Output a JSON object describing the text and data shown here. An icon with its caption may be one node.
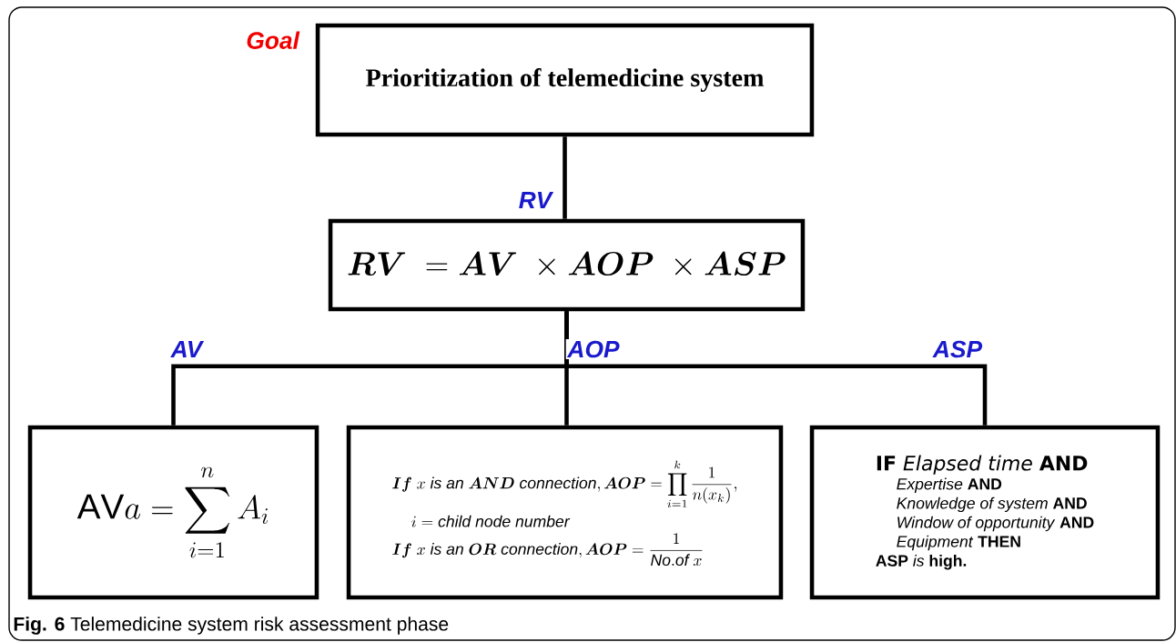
{
  "diagram": {
    "caption": "**Fig. 6** Telemedicine system risk assessment phase",
    "nodes": [
      {
        "text": [
          "Prioritization of telemedicine system"
        ],
        "beside": [
          "Goal"
        ]
      },
      {
        "text": [
          "\\boldsymbol{RV}\\ = \\boldsymbol{AV}\\ \\times \\boldsymbol{AOP}\\ \\times \\boldsymbol{ASP}"
        ]
      },
      {
        "text": [
          "\\mathrm{AV}a = \\sum_{i=1}^{n} A_i"
        ]
      },
      {
        "text": [
          "\\boldsymbol{If}\\ x\\ \\mathit{is\\ an}\\ \\boldsymbol{AND}\\ \\mathit{connection}, \\boldsymbol{AOP} = \\prod_{i=1}^{k}\\frac{1}{n(x_k)},",
          "i = \\mathit{child\\ node\\ number}",
          "\\boldsymbol{If}\\ x\\ \\mathit{is\\ an}\\ \\boldsymbol{OR}\\ \\mathit{connection}, \\boldsymbol{AOP} = \\frac{1}{\\mathit{No.of}\\ x}"
        ]
      },
      {
        "text": [
          "**IF** *Elapsed time* **AND**",
          "*Expertise* **AND**",
          "*Knowledge of system* **AND**",
          "*Window of opportunity* **AND**",
          "*Equipment* **THEN**",
          "**ASP** *is* **high.**"
        ]
      }
    ],
    "edges": [
      {
        "from": 0,
        "to": 1,
        "arrow": "none",
        "label": "RV"
      },
      {
        "from": 1,
        "to": 2,
        "arrow": "none",
        "label": "AV"
      },
      {
        "from": 1,
        "to": 3,
        "arrow": "none",
        "label": "AOP"
      },
      {
        "from": 1,
        "to": 4,
        "arrow": "none",
        "label": "ASP"
      }
    ]
  }
}
